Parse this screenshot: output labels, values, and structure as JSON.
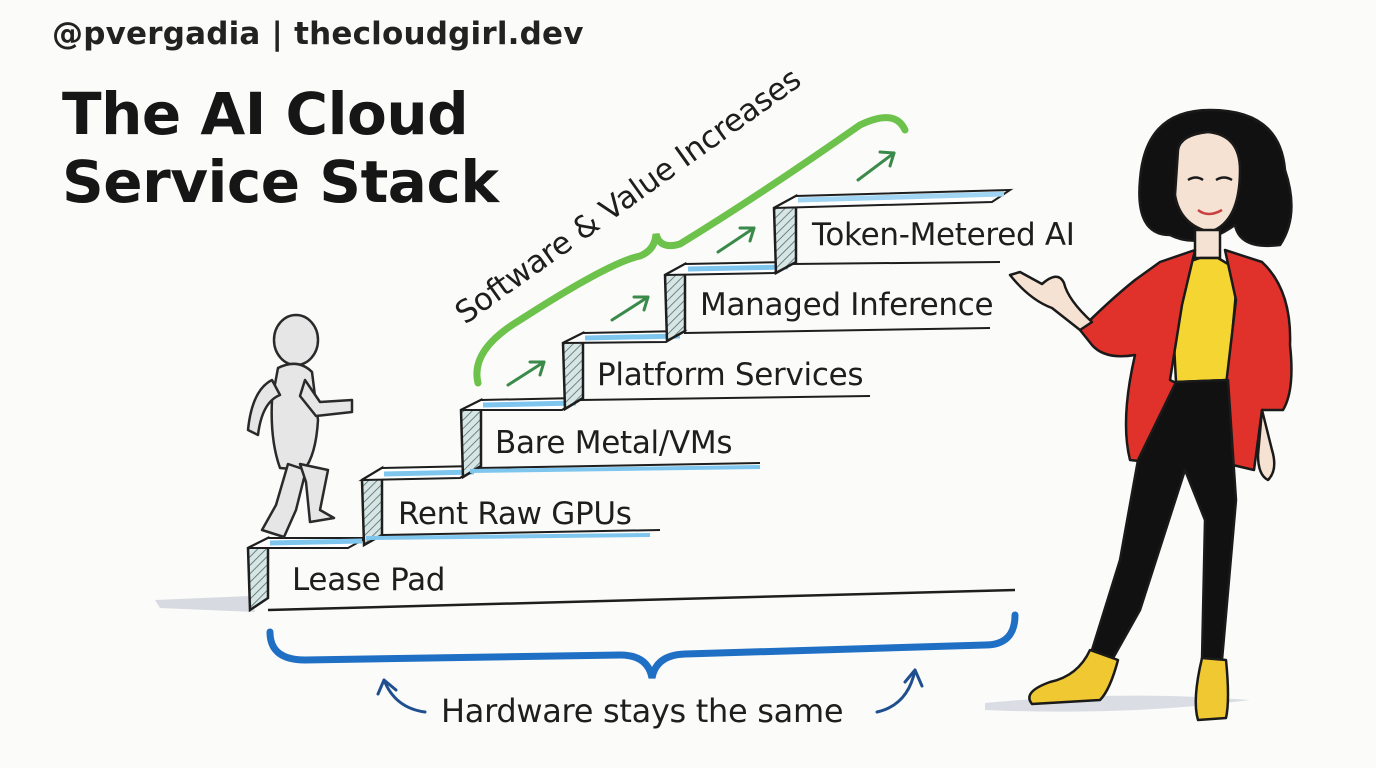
{
  "header": {
    "handle": "@pvergadia | thecloudgirl.dev",
    "title_line1": "The AI Cloud",
    "title_line2": "Service Stack"
  },
  "steps": [
    {
      "label": "Lease Pad"
    },
    {
      "label": "Rent Raw GPUs"
    },
    {
      "label": "Bare Metal/VMs"
    },
    {
      "label": "Platform Services"
    },
    {
      "label": "Managed Inference"
    },
    {
      "label": "Token-Metered AI"
    }
  ],
  "annotations": {
    "top_brace": "Software & Value Increases",
    "bottom_brace": "Hardware stays the same"
  },
  "colors": {
    "green_brace": "#6cc24a",
    "blue_brace": "#1f6fc4",
    "arrow_green": "#3a8a4a",
    "arrow_blue": "#1f4f8f",
    "step_blue": "#7fc6ee",
    "jacket_red": "#e0322a",
    "top_yellow": "#f5d531",
    "shoe_yellow": "#f0c832"
  }
}
